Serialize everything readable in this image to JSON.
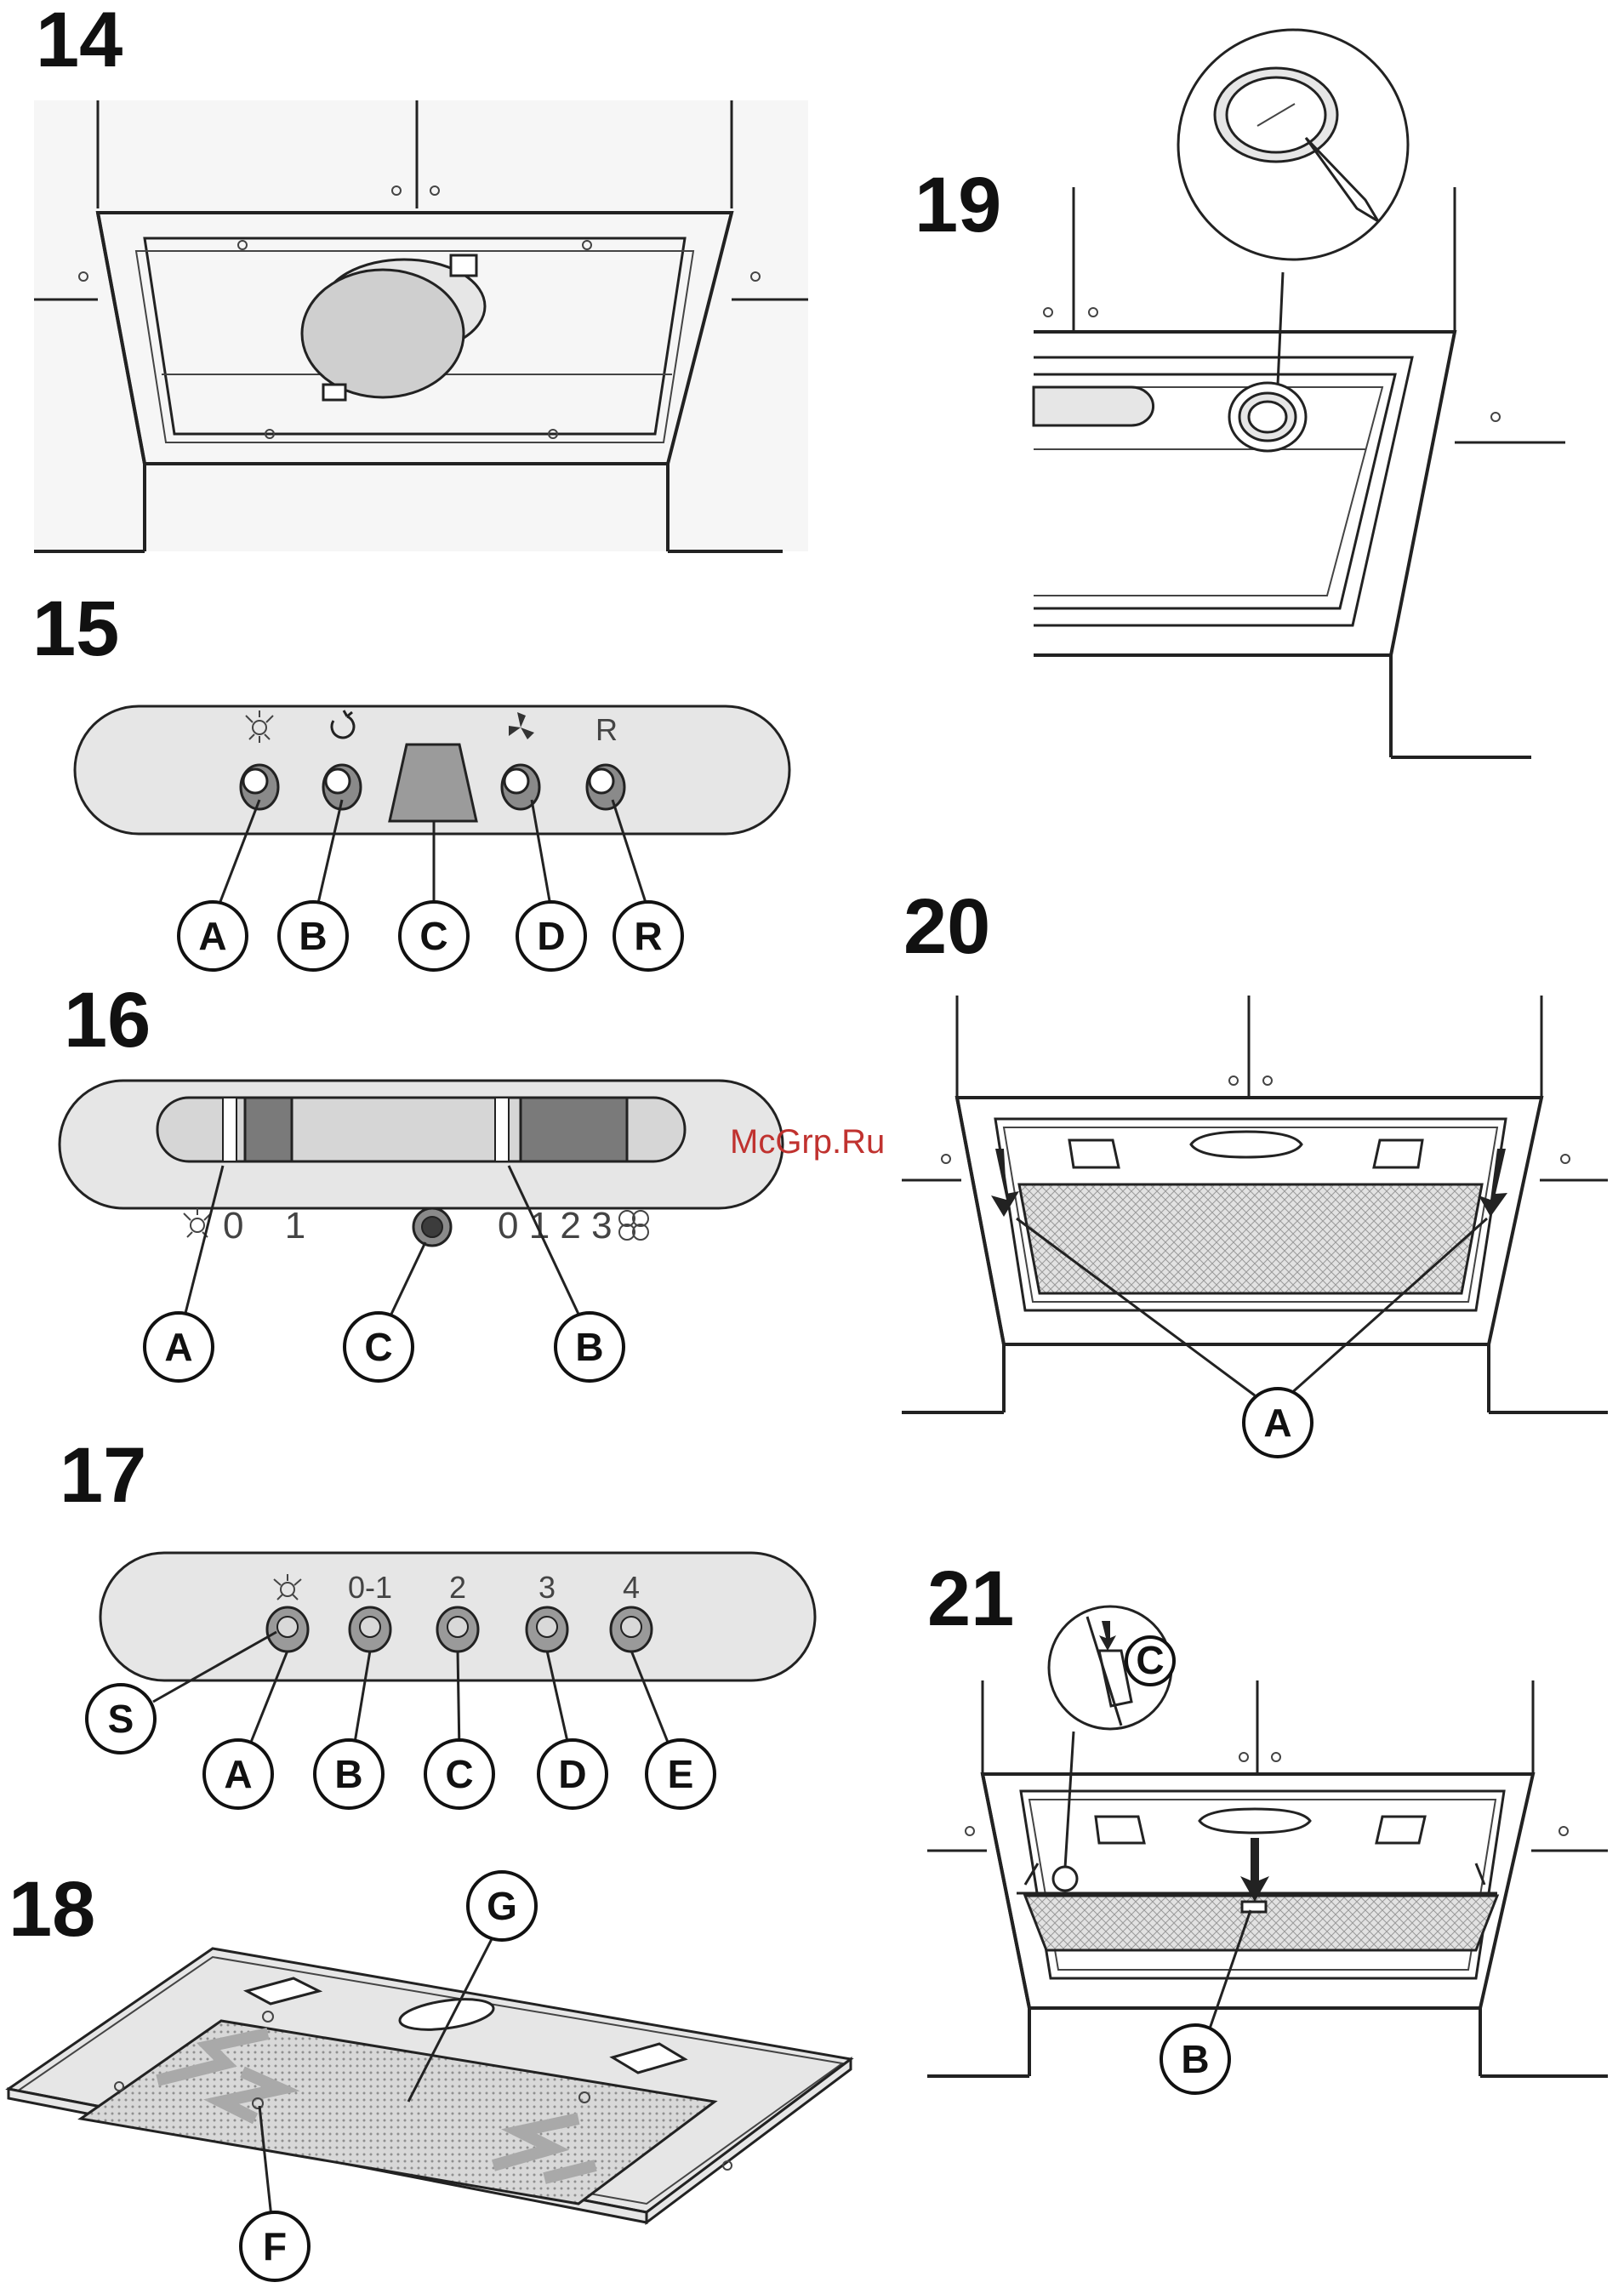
{
  "watermark": "McGrp.Ru",
  "figures": {
    "f14": {
      "number": "14"
    },
    "f15": {
      "number": "15",
      "top_symbols": {
        "r": "R"
      },
      "callouts": [
        "A",
        "B",
        "C",
        "D",
        "R"
      ]
    },
    "f16": {
      "number": "16",
      "scale_left": "0 1",
      "scale_right": "0 1 2 3",
      "callouts": [
        "A",
        "C",
        "B"
      ]
    },
    "f17": {
      "number": "17",
      "labels": [
        "0-1",
        "2",
        "3",
        "4"
      ],
      "callouts": [
        "S",
        "A",
        "B",
        "C",
        "D",
        "E"
      ]
    },
    "f18": {
      "number": "18",
      "callouts": [
        "G",
        "F"
      ]
    },
    "f19": {
      "number": "19"
    },
    "f20": {
      "number": "20",
      "callouts": [
        "A"
      ]
    },
    "f21": {
      "number": "21",
      "callouts": [
        "C",
        "B"
      ]
    }
  },
  "colors": {
    "line": "#222222",
    "panel_fill": "#cfcfcf",
    "watermark": "#c0322f"
  }
}
